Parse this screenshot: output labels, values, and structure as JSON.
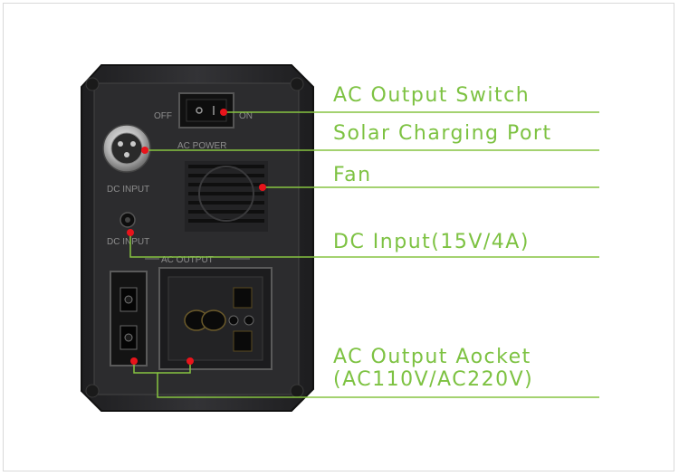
{
  "labels": {
    "ac_output_switch": "AC Output Switch",
    "solar_charging_port": "Solar Charging Port",
    "fan": "Fan",
    "dc_input": "DC Input(15V/4A)",
    "ac_output_socket_line1": "AC Output Aocket",
    "ac_output_socket_line2": "(AC110V/AC220V)"
  },
  "device_markings": {
    "off": "OFF",
    "on": "ON",
    "ac_power": "AC POWER",
    "dc_input_1": "DC  INPUT",
    "dc_input_2": "DC INPUT",
    "ac_output": "AC OUTPUT"
  },
  "colors": {
    "label_green": "#7dc242",
    "leader_green": "#86c440",
    "marker_red": "#e8141b",
    "device_body": "#2a2a2c"
  }
}
